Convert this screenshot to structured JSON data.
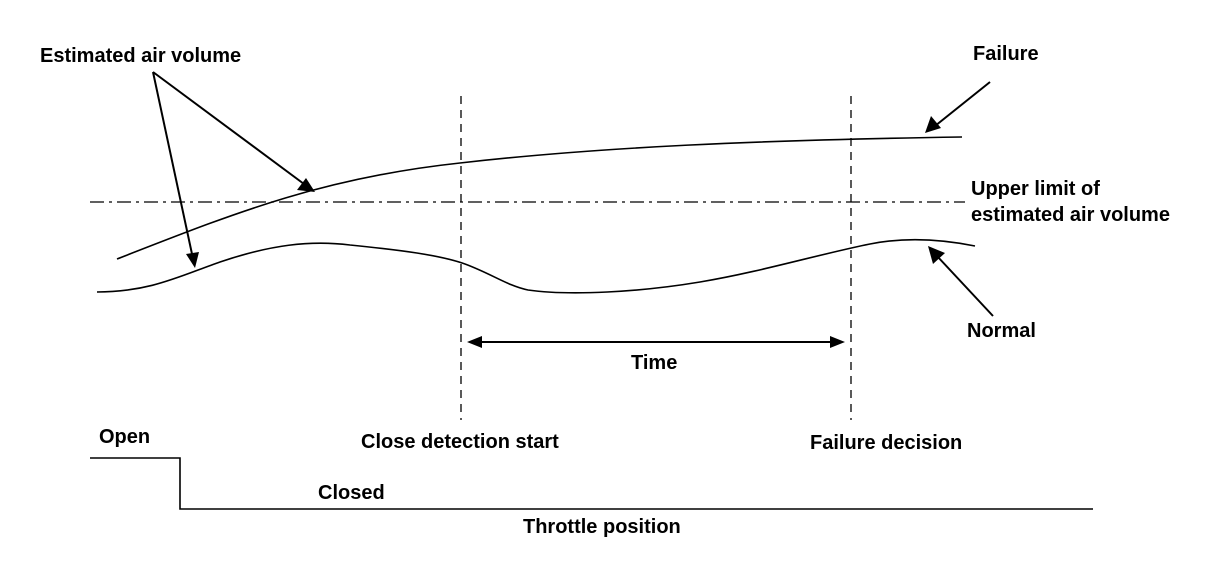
{
  "labels": {
    "estimated_air_volume": "Estimated air volume",
    "failure": "Failure",
    "upper_limit_line1": "Upper limit of",
    "upper_limit_line2": "estimated air volume",
    "normal": "Normal",
    "time": "Time",
    "open": "Open",
    "close_detection_start": "Close detection start",
    "failure_decision": "Failure decision",
    "closed": "Closed",
    "throttle_position": "Throttle position"
  }
}
